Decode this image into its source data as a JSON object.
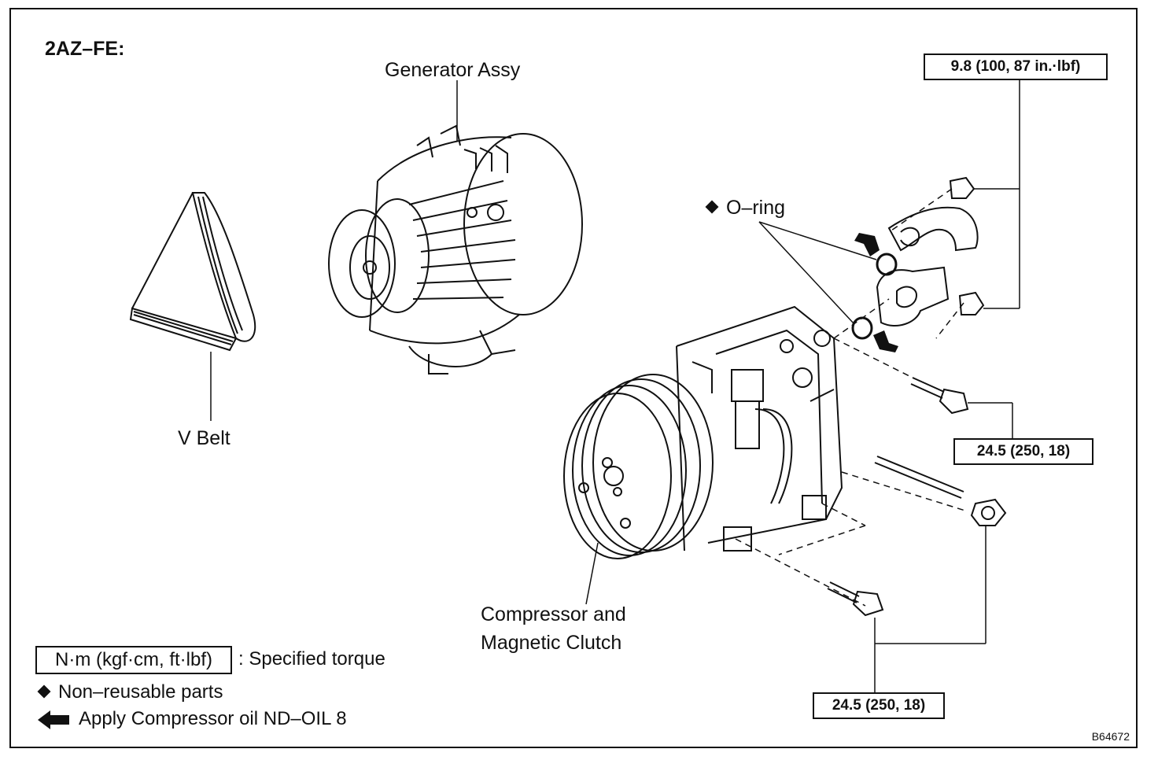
{
  "engine_label": "2AZ–FE:",
  "parts": {
    "generator": "Generator Assy",
    "v_belt": "V Belt",
    "o_ring": "O–ring",
    "compressor_line1": "Compressor and",
    "compressor_line2": "Magnetic Clutch"
  },
  "torques": {
    "hose_bolts": "9.8 (100, 87 in.·lbf)",
    "upper_bolt": "24.5 (250, 18)",
    "lower_bolts": "24.5 (250, 18)"
  },
  "legend": {
    "torque_box": "N·m (kgf·cm, ft·lbf)",
    "torque_desc": ": Specified torque",
    "nonreusable": "Non–reusable parts",
    "apply_oil": "Apply Compressor oil ND–OIL 8"
  },
  "figure_code": "B64672"
}
